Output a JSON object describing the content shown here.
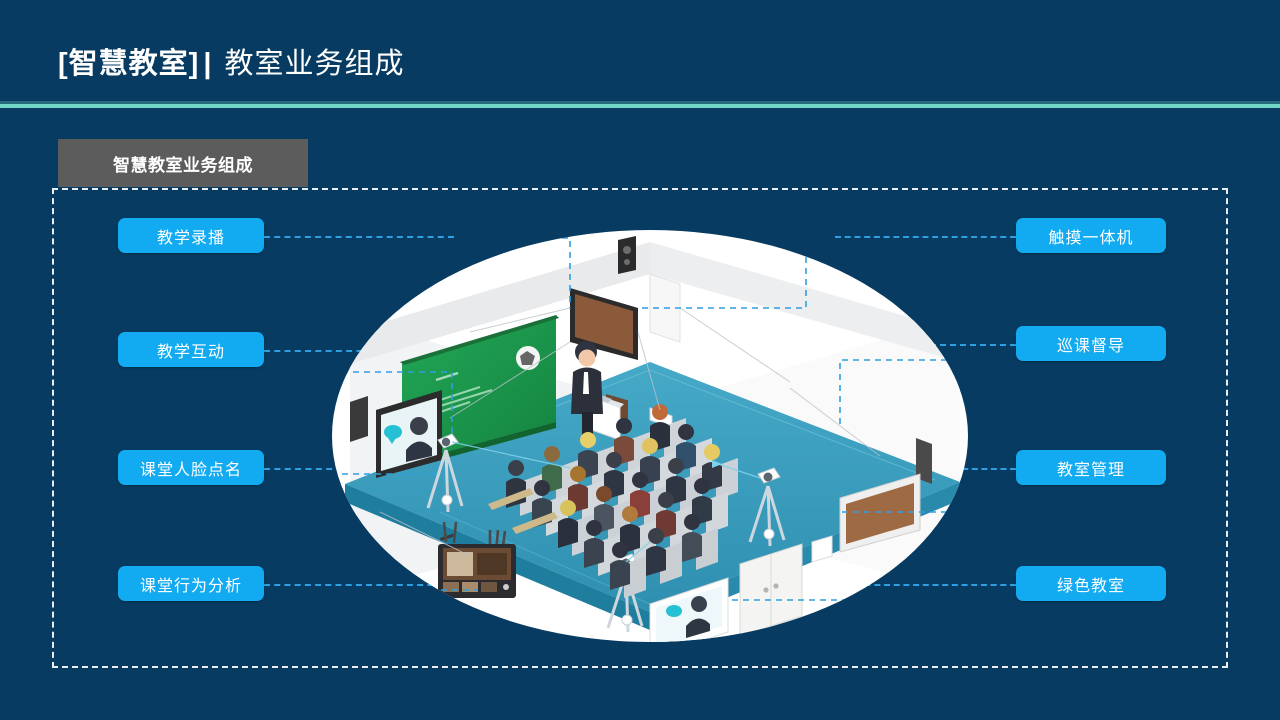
{
  "header": {
    "title_bracket": "[智慧教室]",
    "title_divider": "|",
    "title_subtitle": "教室业务组成",
    "rule_color": "#72d6c9"
  },
  "section_tag": {
    "label": "智慧教室业务组成",
    "background": "#5c5c5c"
  },
  "theme": {
    "background": "#073b61",
    "pill_color": "#12aaf0",
    "connector_color": "#2e9fe0",
    "frame_border": "#e8eef3"
  },
  "left_items": [
    {
      "label": "教学录播"
    },
    {
      "label": "教学互动"
    },
    {
      "label": "课堂人脸点名"
    },
    {
      "label": "课堂行为分析"
    }
  ],
  "right_items": [
    {
      "label": "触摸一体机"
    },
    {
      "label": "巡课督导"
    },
    {
      "label": "教室管理"
    },
    {
      "label": "绿色教室"
    }
  ],
  "illustration": {
    "alt": "智慧教室等距场景示意图",
    "scene": {
      "blackboard_color": "#1f9e52",
      "floor_color": "#3a9fc0",
      "oval_background": "#ffffff",
      "student_rows": 5,
      "students_per_row": 5,
      "teacher_present": true,
      "cameras": 3,
      "wall_displays": 4,
      "recorder_device": true
    }
  }
}
